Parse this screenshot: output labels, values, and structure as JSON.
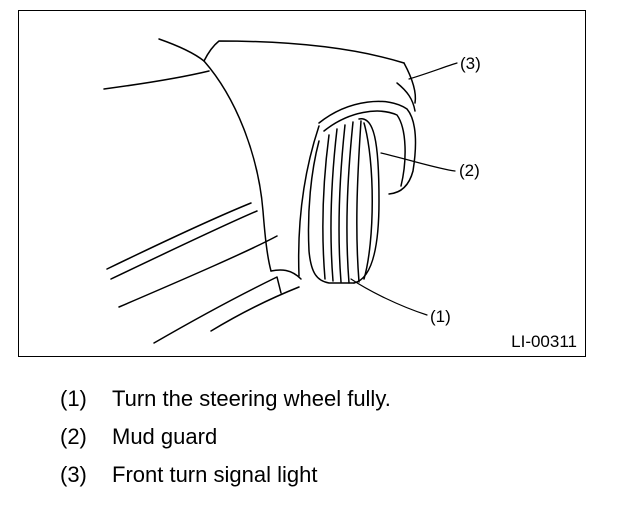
{
  "figure": {
    "id": "LI-00311",
    "callouts": [
      {
        "label": "(1)"
      },
      {
        "label": "(2)"
      },
      {
        "label": "(3)"
      }
    ]
  },
  "legend": [
    {
      "num": "(1)",
      "text": "Turn the steering wheel fully."
    },
    {
      "num": "(2)",
      "text": "Mud guard"
    },
    {
      "num": "(3)",
      "text": "Front turn signal light"
    }
  ]
}
